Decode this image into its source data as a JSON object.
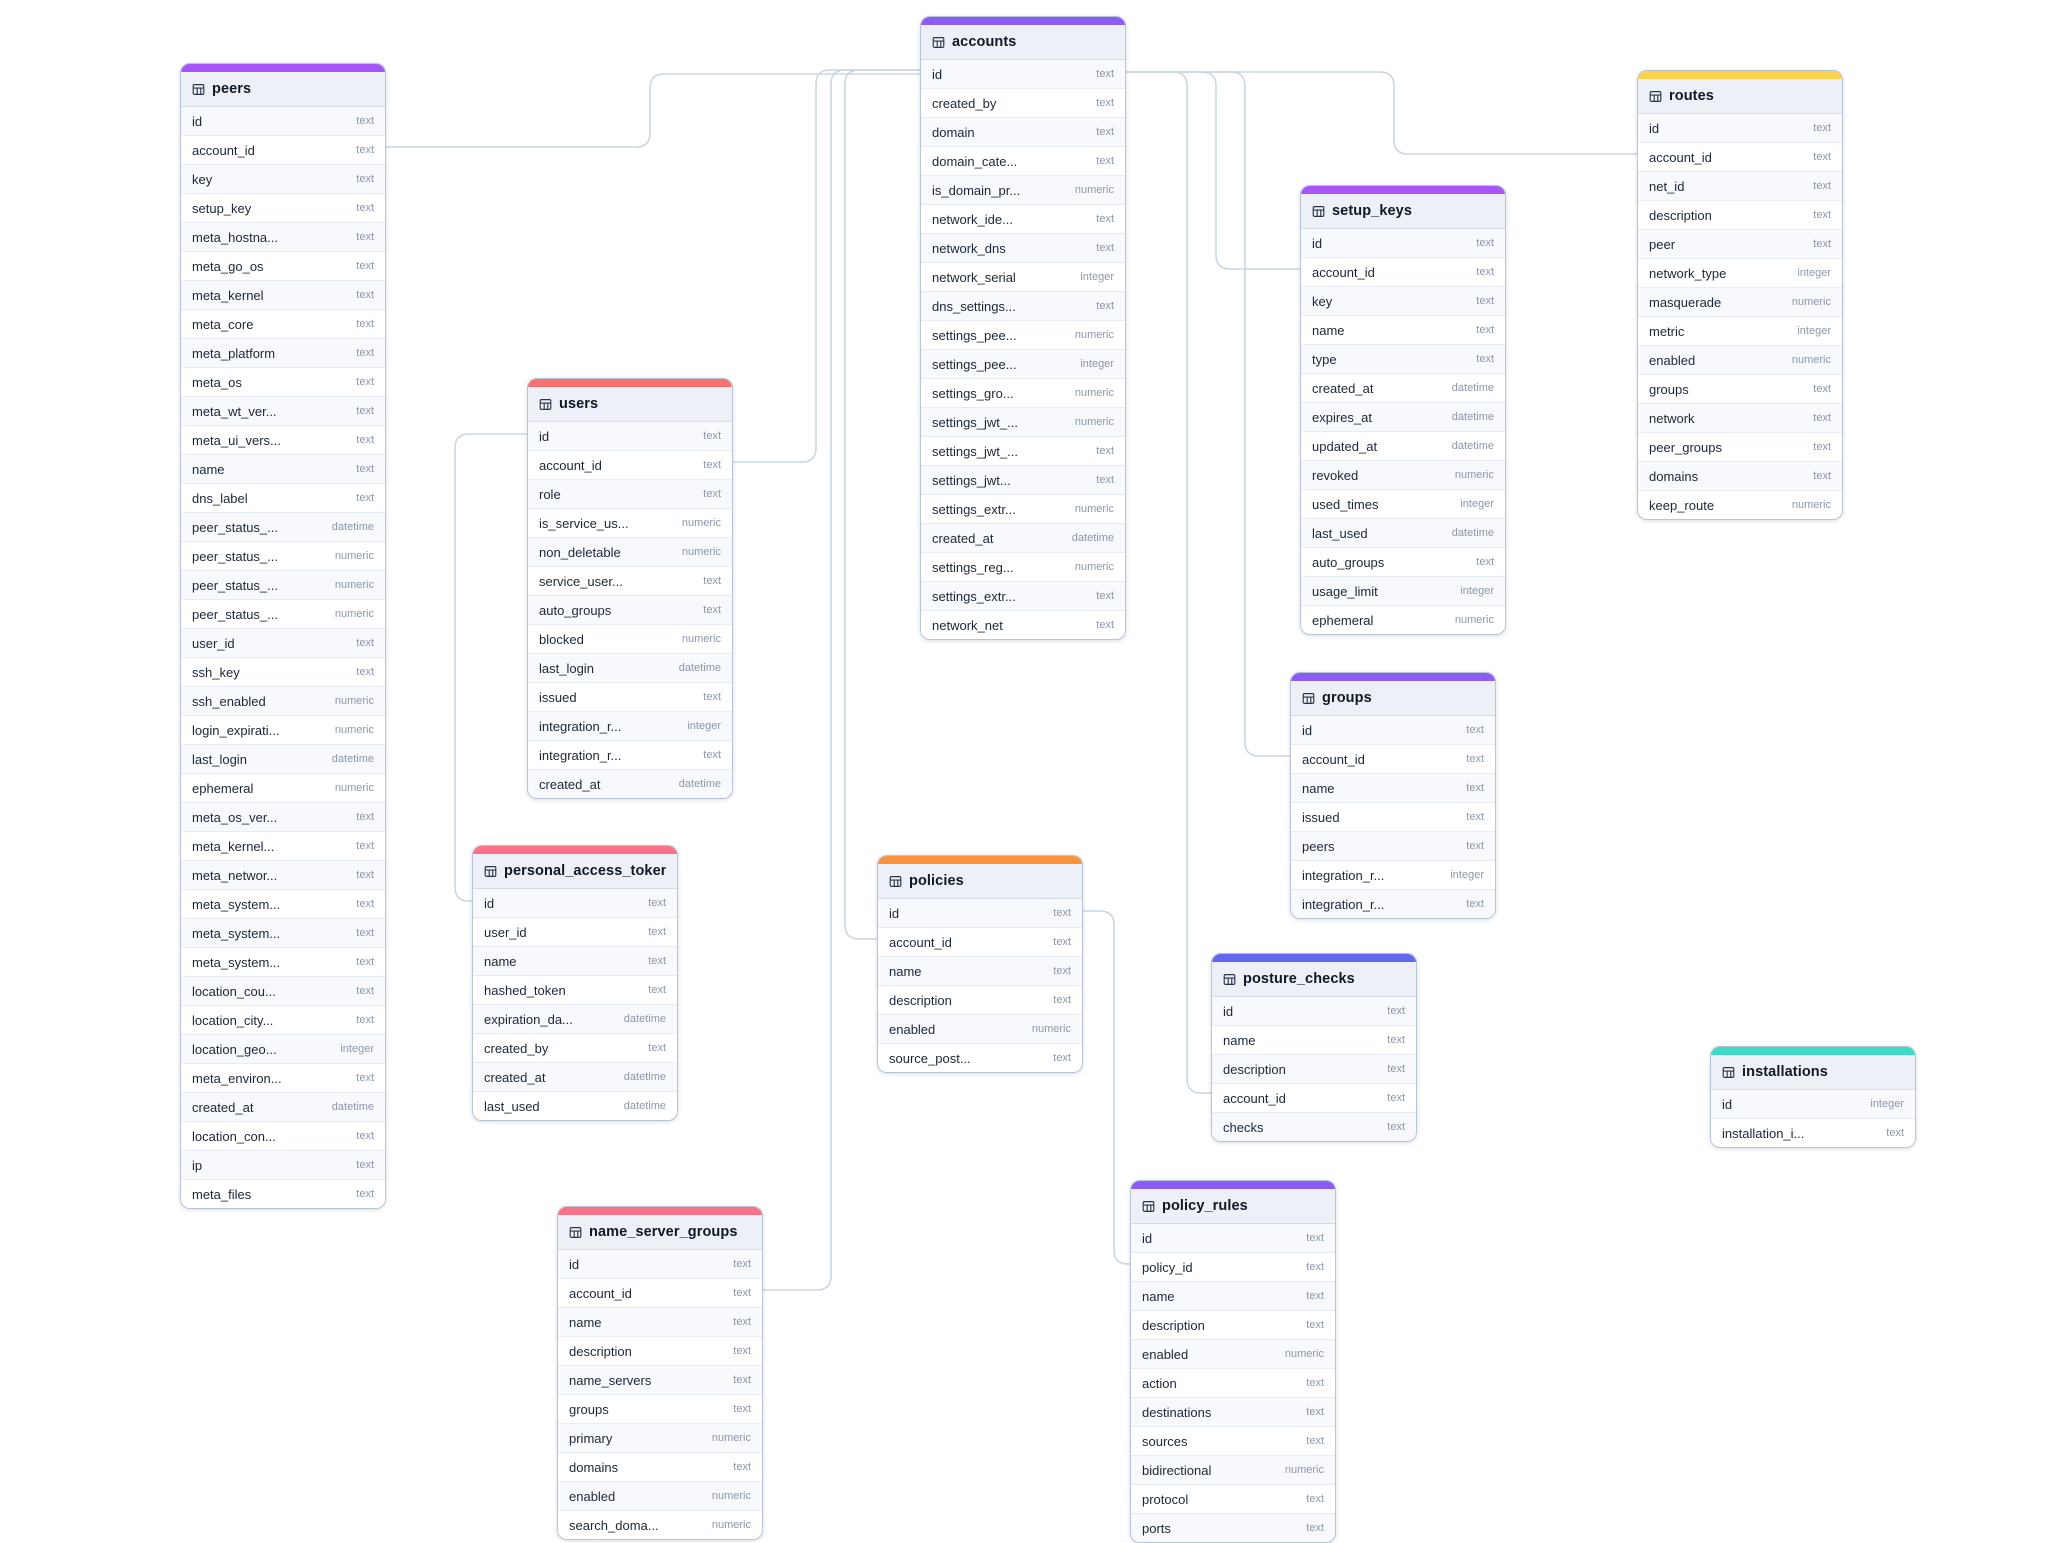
{
  "tables": [
    {
      "name": "peers",
      "accent": "#a855f7",
      "fields": [
        {
          "name": "id",
          "type": "text"
        },
        {
          "name": "account_id",
          "type": "text"
        },
        {
          "name": "key",
          "type": "text"
        },
        {
          "name": "setup_key",
          "type": "text"
        },
        {
          "name": "meta_hostna...",
          "type": "text"
        },
        {
          "name": "meta_go_os",
          "type": "text"
        },
        {
          "name": "meta_kernel",
          "type": "text"
        },
        {
          "name": "meta_core",
          "type": "text"
        },
        {
          "name": "meta_platform",
          "type": "text"
        },
        {
          "name": "meta_os",
          "type": "text"
        },
        {
          "name": "meta_wt_ver...",
          "type": "text"
        },
        {
          "name": "meta_ui_vers...",
          "type": "text"
        },
        {
          "name": "name",
          "type": "text"
        },
        {
          "name": "dns_label",
          "type": "text"
        },
        {
          "name": "peer_status_...",
          "type": "datetime"
        },
        {
          "name": "peer_status_...",
          "type": "numeric"
        },
        {
          "name": "peer_status_...",
          "type": "numeric"
        },
        {
          "name": "peer_status_...",
          "type": "numeric"
        },
        {
          "name": "user_id",
          "type": "text"
        },
        {
          "name": "ssh_key",
          "type": "text"
        },
        {
          "name": "ssh_enabled",
          "type": "numeric"
        },
        {
          "name": "login_expirati...",
          "type": "numeric"
        },
        {
          "name": "last_login",
          "type": "datetime"
        },
        {
          "name": "ephemeral",
          "type": "numeric"
        },
        {
          "name": "meta_os_ver...",
          "type": "text"
        },
        {
          "name": "meta_kernel...",
          "type": "text"
        },
        {
          "name": "meta_networ...",
          "type": "text"
        },
        {
          "name": "meta_system...",
          "type": "text"
        },
        {
          "name": "meta_system...",
          "type": "text"
        },
        {
          "name": "meta_system...",
          "type": "text"
        },
        {
          "name": "location_cou...",
          "type": "text"
        },
        {
          "name": "location_city...",
          "type": "text"
        },
        {
          "name": "location_geo...",
          "type": "integer"
        },
        {
          "name": "meta_environ...",
          "type": "text"
        },
        {
          "name": "created_at",
          "type": "datetime"
        },
        {
          "name": "location_con...",
          "type": "text"
        },
        {
          "name": "ip",
          "type": "text"
        },
        {
          "name": "meta_files",
          "type": "text"
        }
      ]
    },
    {
      "name": "accounts",
      "accent": "#8b5cf6",
      "fields": [
        {
          "name": "id",
          "type": "text"
        },
        {
          "name": "created_by",
          "type": "text"
        },
        {
          "name": "domain",
          "type": "text"
        },
        {
          "name": "domain_cate...",
          "type": "text"
        },
        {
          "name": "is_domain_pr...",
          "type": "numeric"
        },
        {
          "name": "network_ide...",
          "type": "text"
        },
        {
          "name": "network_dns",
          "type": "text"
        },
        {
          "name": "network_serial",
          "type": "integer"
        },
        {
          "name": "dns_settings...",
          "type": "text"
        },
        {
          "name": "settings_pee...",
          "type": "numeric"
        },
        {
          "name": "settings_pee...",
          "type": "integer"
        },
        {
          "name": "settings_gro...",
          "type": "numeric"
        },
        {
          "name": "settings_jwt_...",
          "type": "numeric"
        },
        {
          "name": "settings_jwt_...",
          "type": "text"
        },
        {
          "name": "settings_jwt...",
          "type": "text"
        },
        {
          "name": "settings_extr...",
          "type": "numeric"
        },
        {
          "name": "created_at",
          "type": "datetime"
        },
        {
          "name": "settings_reg...",
          "type": "numeric"
        },
        {
          "name": "settings_extr...",
          "type": "text"
        },
        {
          "name": "network_net",
          "type": "text"
        }
      ]
    },
    {
      "name": "users",
      "accent": "#f87171",
      "fields": [
        {
          "name": "id",
          "type": "text"
        },
        {
          "name": "account_id",
          "type": "text"
        },
        {
          "name": "role",
          "type": "text"
        },
        {
          "name": "is_service_us...",
          "type": "numeric"
        },
        {
          "name": "non_deletable",
          "type": "numeric"
        },
        {
          "name": "service_user...",
          "type": "text"
        },
        {
          "name": "auto_groups",
          "type": "text"
        },
        {
          "name": "blocked",
          "type": "numeric"
        },
        {
          "name": "last_login",
          "type": "datetime"
        },
        {
          "name": "issued",
          "type": "text"
        },
        {
          "name": "integration_r...",
          "type": "integer"
        },
        {
          "name": "integration_r...",
          "type": "text"
        },
        {
          "name": "created_at",
          "type": "datetime"
        }
      ]
    },
    {
      "name": "personal_access_tokens",
      "accent": "#fb7185",
      "fields": [
        {
          "name": "id",
          "type": "text"
        },
        {
          "name": "user_id",
          "type": "text"
        },
        {
          "name": "name",
          "type": "text"
        },
        {
          "name": "hashed_token",
          "type": "text"
        },
        {
          "name": "expiration_da...",
          "type": "datetime"
        },
        {
          "name": "created_by",
          "type": "text"
        },
        {
          "name": "created_at",
          "type": "datetime"
        },
        {
          "name": "last_used",
          "type": "datetime"
        }
      ]
    },
    {
      "name": "name_server_groups",
      "accent": "#fb7185",
      "fields": [
        {
          "name": "id",
          "type": "text"
        },
        {
          "name": "account_id",
          "type": "text"
        },
        {
          "name": "name",
          "type": "text"
        },
        {
          "name": "description",
          "type": "text"
        },
        {
          "name": "name_servers",
          "type": "text"
        },
        {
          "name": "groups",
          "type": "text"
        },
        {
          "name": "primary",
          "type": "numeric"
        },
        {
          "name": "domains",
          "type": "text"
        },
        {
          "name": "enabled",
          "type": "numeric"
        },
        {
          "name": "search_doma...",
          "type": "numeric"
        }
      ]
    },
    {
      "name": "setup_keys",
      "accent": "#a855f7",
      "fields": [
        {
          "name": "id",
          "type": "text"
        },
        {
          "name": "account_id",
          "type": "text"
        },
        {
          "name": "key",
          "type": "text"
        },
        {
          "name": "name",
          "type": "text"
        },
        {
          "name": "type",
          "type": "text"
        },
        {
          "name": "created_at",
          "type": "datetime"
        },
        {
          "name": "expires_at",
          "type": "datetime"
        },
        {
          "name": "updated_at",
          "type": "datetime"
        },
        {
          "name": "revoked",
          "type": "numeric"
        },
        {
          "name": "used_times",
          "type": "integer"
        },
        {
          "name": "last_used",
          "type": "datetime"
        },
        {
          "name": "auto_groups",
          "type": "text"
        },
        {
          "name": "usage_limit",
          "type": "integer"
        },
        {
          "name": "ephemeral",
          "type": "numeric"
        }
      ]
    },
    {
      "name": "routes",
      "accent": "#fcd34d",
      "fields": [
        {
          "name": "id",
          "type": "text"
        },
        {
          "name": "account_id",
          "type": "text"
        },
        {
          "name": "net_id",
          "type": "text"
        },
        {
          "name": "description",
          "type": "text"
        },
        {
          "name": "peer",
          "type": "text"
        },
        {
          "name": "network_type",
          "type": "integer"
        },
        {
          "name": "masquerade",
          "type": "numeric"
        },
        {
          "name": "metric",
          "type": "integer"
        },
        {
          "name": "enabled",
          "type": "numeric"
        },
        {
          "name": "groups",
          "type": "text"
        },
        {
          "name": "network",
          "type": "text"
        },
        {
          "name": "peer_groups",
          "type": "text"
        },
        {
          "name": "domains",
          "type": "text"
        },
        {
          "name": "keep_route",
          "type": "numeric"
        }
      ]
    },
    {
      "name": "groups",
      "accent": "#8b5cf6",
      "fields": [
        {
          "name": "id",
          "type": "text"
        },
        {
          "name": "account_id",
          "type": "text"
        },
        {
          "name": "name",
          "type": "text"
        },
        {
          "name": "issued",
          "type": "text"
        },
        {
          "name": "peers",
          "type": "text"
        },
        {
          "name": "integration_r...",
          "type": "integer"
        },
        {
          "name": "integration_r...",
          "type": "text"
        }
      ]
    },
    {
      "name": "policies",
      "accent": "#fb923c",
      "fields": [
        {
          "name": "id",
          "type": "text"
        },
        {
          "name": "account_id",
          "type": "text"
        },
        {
          "name": "name",
          "type": "text"
        },
        {
          "name": "description",
          "type": "text"
        },
        {
          "name": "enabled",
          "type": "numeric"
        },
        {
          "name": "source_post...",
          "type": "text"
        }
      ]
    },
    {
      "name": "posture_checks",
      "accent": "#6366f1",
      "fields": [
        {
          "name": "id",
          "type": "text"
        },
        {
          "name": "name",
          "type": "text"
        },
        {
          "name": "description",
          "type": "text"
        },
        {
          "name": "account_id",
          "type": "text"
        },
        {
          "name": "checks",
          "type": "text"
        }
      ]
    },
    {
      "name": "policy_rules",
      "accent": "#8b5cf6",
      "fields": [
        {
          "name": "id",
          "type": "text"
        },
        {
          "name": "policy_id",
          "type": "text"
        },
        {
          "name": "name",
          "type": "text"
        },
        {
          "name": "description",
          "type": "text"
        },
        {
          "name": "enabled",
          "type": "numeric"
        },
        {
          "name": "action",
          "type": "text"
        },
        {
          "name": "destinations",
          "type": "text"
        },
        {
          "name": "sources",
          "type": "text"
        },
        {
          "name": "bidirectional",
          "type": "numeric"
        },
        {
          "name": "protocol",
          "type": "text"
        },
        {
          "name": "ports",
          "type": "text"
        }
      ]
    },
    {
      "name": "installations",
      "accent": "#3fd9c5",
      "fields": [
        {
          "name": "id",
          "type": "integer"
        },
        {
          "name": "installation_i...",
          "type": "text"
        }
      ]
    }
  ]
}
